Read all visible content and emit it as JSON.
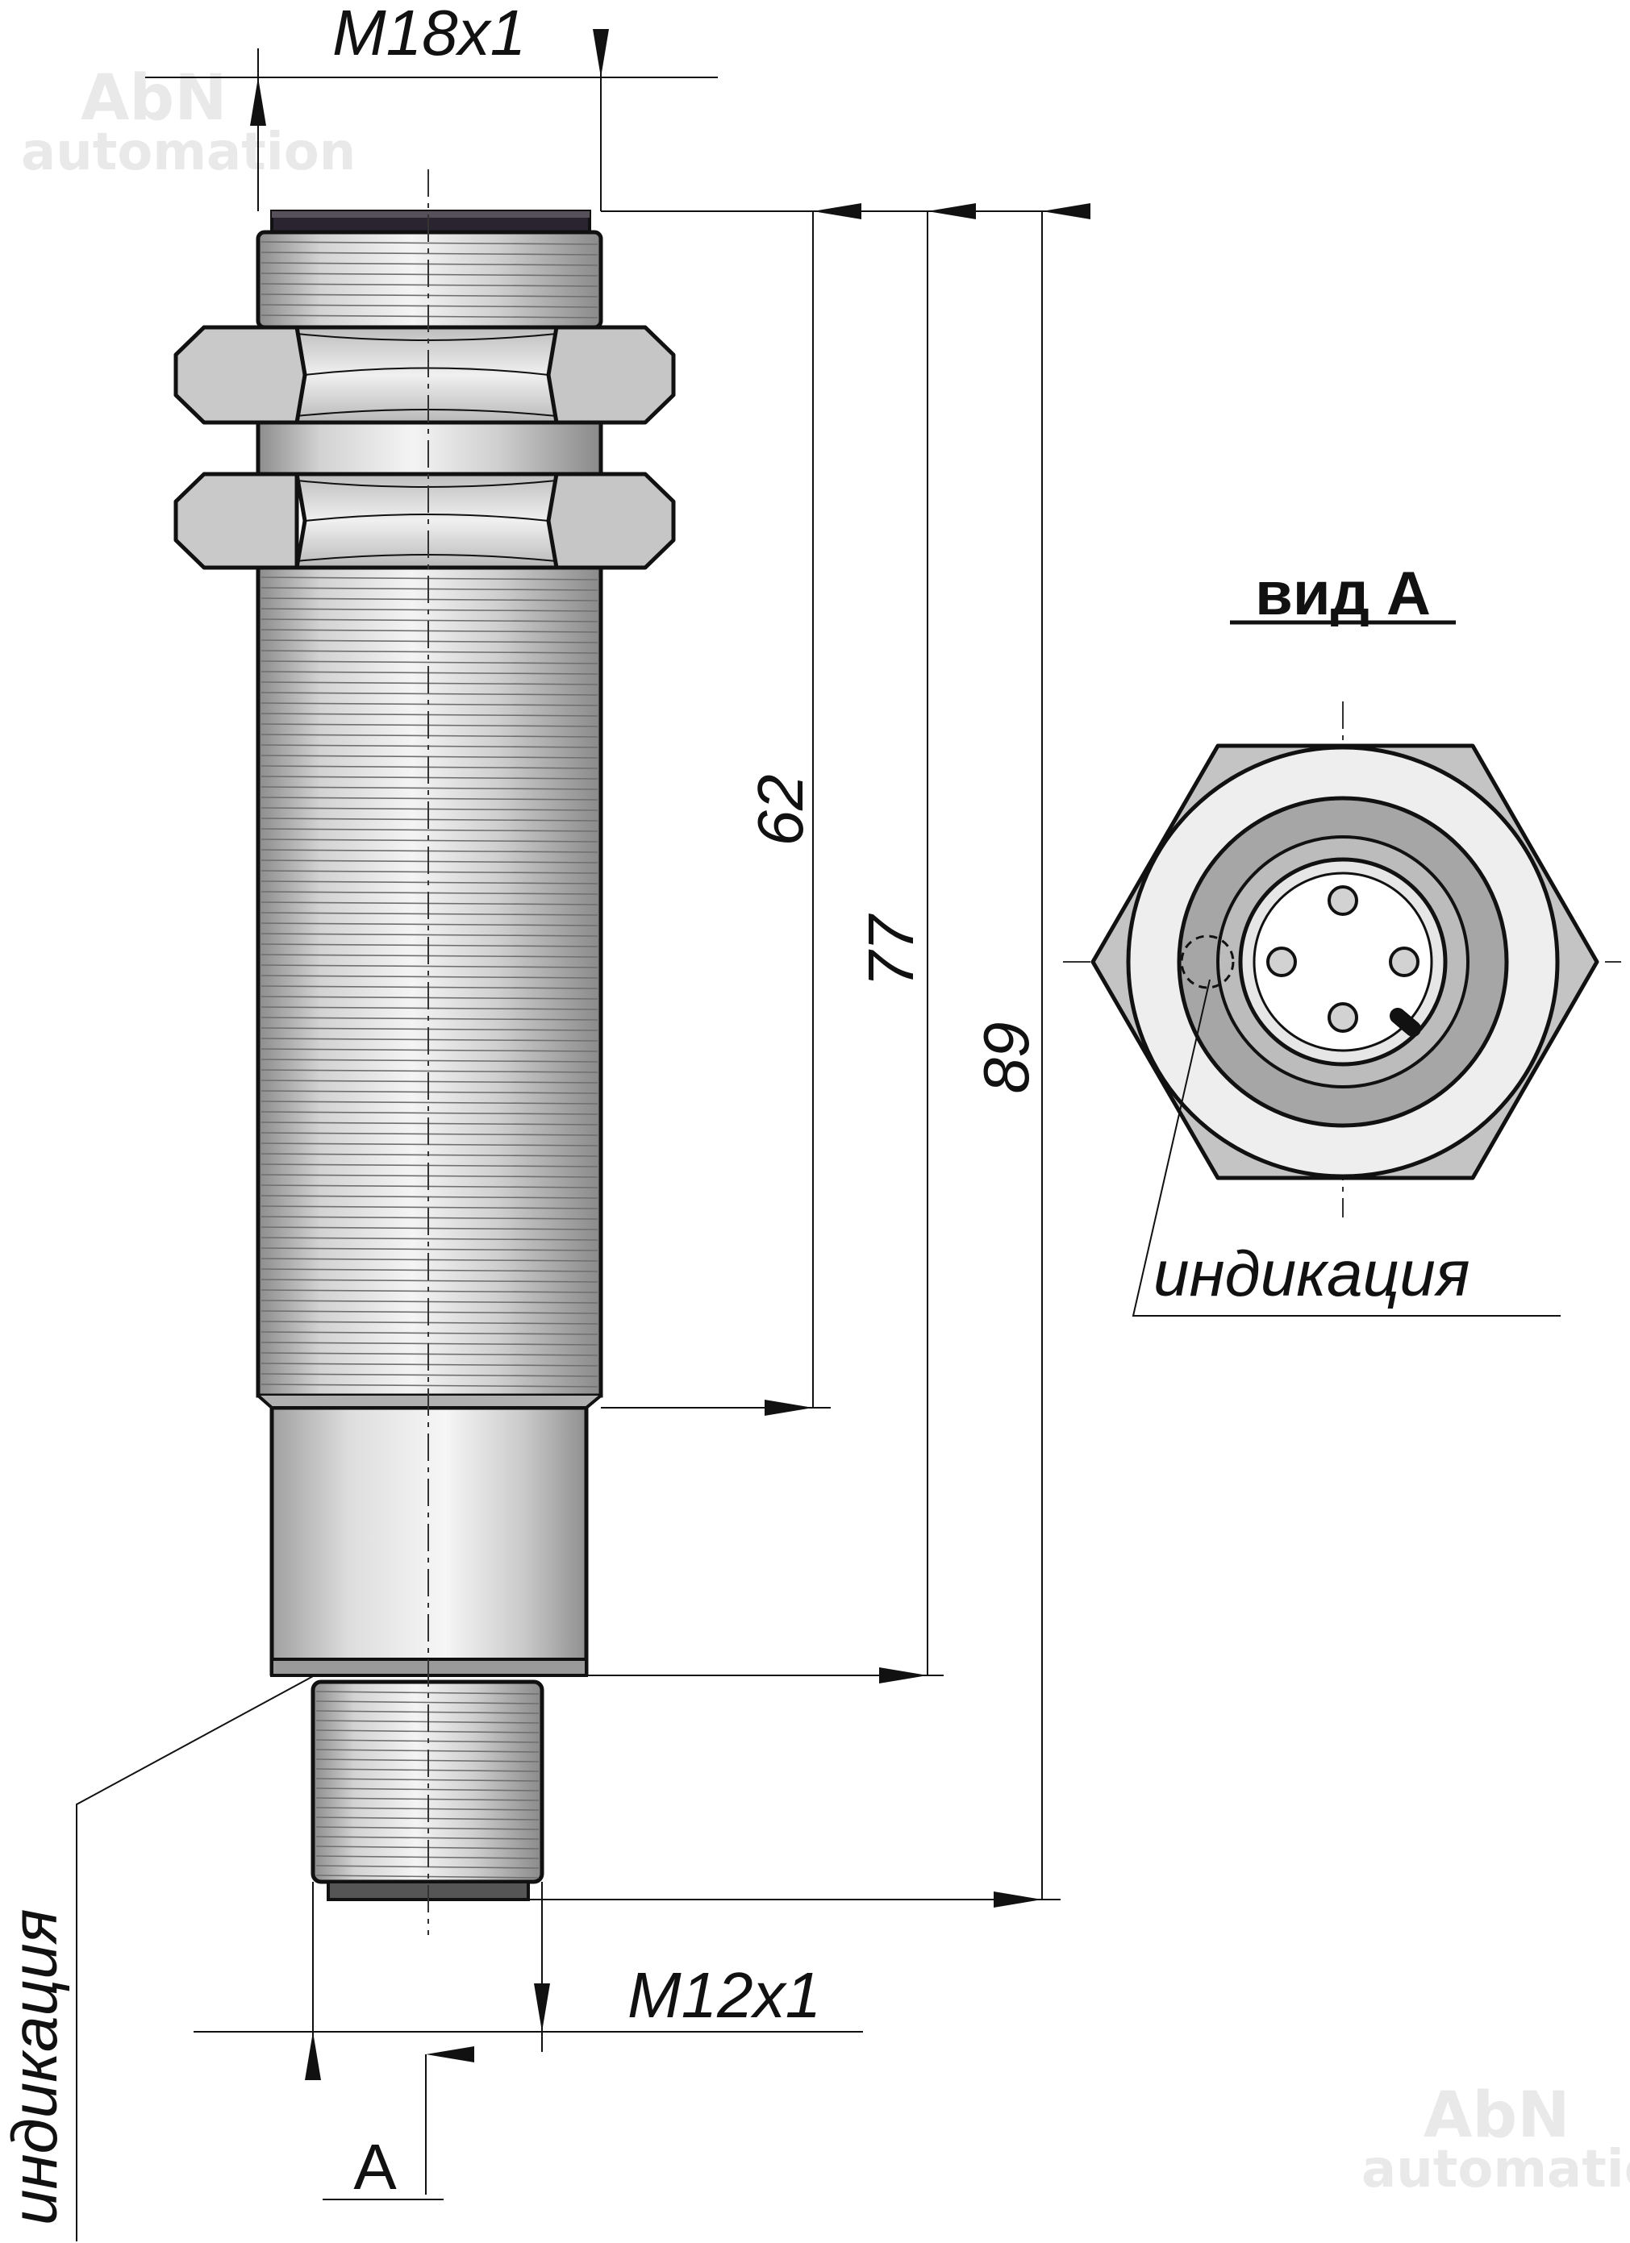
{
  "labels": {
    "thread_main": "M18x1",
    "thread_connector": "M12x1",
    "dim_62": "62",
    "dim_77": "77",
    "dim_89": "89",
    "view_title": "вид А",
    "view_arrow": "A",
    "indication_side": "индикация",
    "indication_view": "индикация"
  },
  "watermark": {
    "brand": "AbN",
    "sub": "automation"
  },
  "colors": {
    "body_light": "#ececec",
    "body_mid": "#b5b5b5",
    "body_dark": "#8c8c8c",
    "nut": "#c9c9c9",
    "ring_dark": "#999999",
    "outline": "#111111"
  }
}
